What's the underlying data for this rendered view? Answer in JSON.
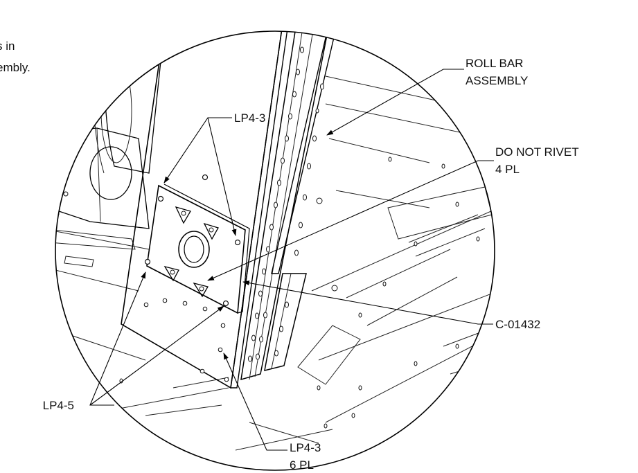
{
  "note": {
    "line1": "s in",
    "line2": "embly."
  },
  "callouts": {
    "roll_bar": {
      "line1": "ROLL BAR",
      "line2": "ASSEMBLY"
    },
    "do_not_rivet": {
      "line1": "DO NOT RIVET",
      "line2": "4 PL"
    },
    "lp4_3_top": "LP4-3",
    "c_part": "C-01432",
    "lp4_5": "LP4-5",
    "lp4_3_bottom": {
      "line1": "LP4-3",
      "line2": "6 PL"
    }
  }
}
